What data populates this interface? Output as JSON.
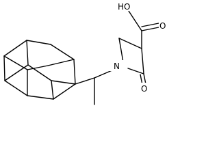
{
  "molecule": {
    "atoms": {
      "hydroxyl": "HO",
      "carbonyl_oxygen_acid": "O",
      "nitrogen": "N",
      "carbonyl_oxygen_lactam": "O"
    }
  }
}
